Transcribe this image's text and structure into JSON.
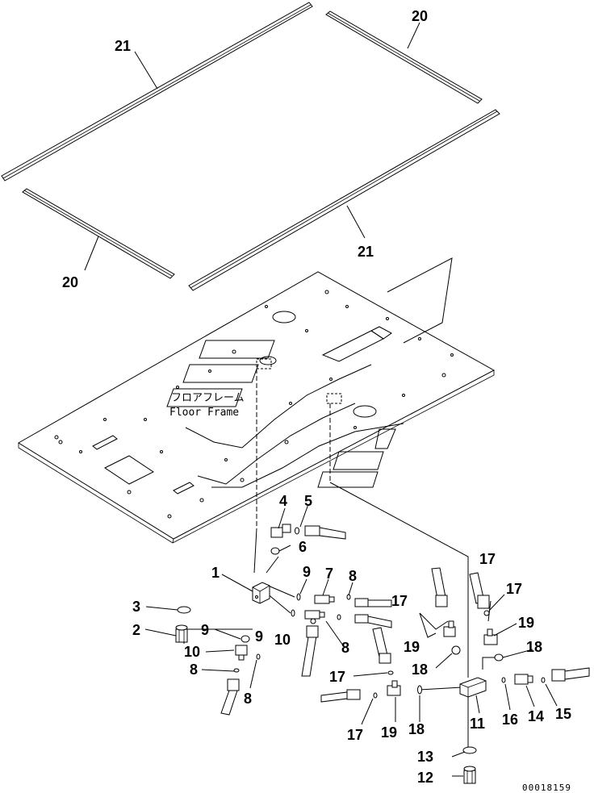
{
  "drawing": {
    "floor_label_jp": "フロアフレーム",
    "floor_label_en": "Floor Frame",
    "drawing_code": "00018159"
  },
  "callouts": [
    {
      "id": "c21a",
      "text": "21"
    },
    {
      "id": "c20a",
      "text": "20"
    },
    {
      "id": "c20b",
      "text": "20"
    },
    {
      "id": "c21b",
      "text": "21"
    },
    {
      "id": "c4",
      "text": "4"
    },
    {
      "id": "c5",
      "text": "5"
    },
    {
      "id": "c6",
      "text": "6"
    },
    {
      "id": "c1",
      "text": "1"
    },
    {
      "id": "c7",
      "text": "7"
    },
    {
      "id": "c8a",
      "text": "8"
    },
    {
      "id": "c9a",
      "text": "9"
    },
    {
      "id": "c3",
      "text": "3"
    },
    {
      "id": "c2",
      "text": "2"
    },
    {
      "id": "c9b",
      "text": "9"
    },
    {
      "id": "c9c",
      "text": "9"
    },
    {
      "id": "c10a",
      "text": "10"
    },
    {
      "id": "c10b",
      "text": "10"
    },
    {
      "id": "c8b",
      "text": "8"
    },
    {
      "id": "c8c",
      "text": "8"
    },
    {
      "id": "c8d",
      "text": "8"
    },
    {
      "id": "c17a",
      "text": "17"
    },
    {
      "id": "c17b",
      "text": "17"
    },
    {
      "id": "c17c",
      "text": "17"
    },
    {
      "id": "c17d",
      "text": "17"
    },
    {
      "id": "c17e",
      "text": "17"
    },
    {
      "id": "c19a",
      "text": "19"
    },
    {
      "id": "c19b",
      "text": "19"
    },
    {
      "id": "c19c",
      "text": "19"
    },
    {
      "id": "c18a",
      "text": "18"
    },
    {
      "id": "c18b",
      "text": "18"
    },
    {
      "id": "c18c",
      "text": "18"
    },
    {
      "id": "c11",
      "text": "11"
    },
    {
      "id": "c16",
      "text": "16"
    },
    {
      "id": "c14",
      "text": "14"
    },
    {
      "id": "c15",
      "text": "15"
    },
    {
      "id": "c13",
      "text": "13"
    },
    {
      "id": "c12",
      "text": "12"
    }
  ]
}
